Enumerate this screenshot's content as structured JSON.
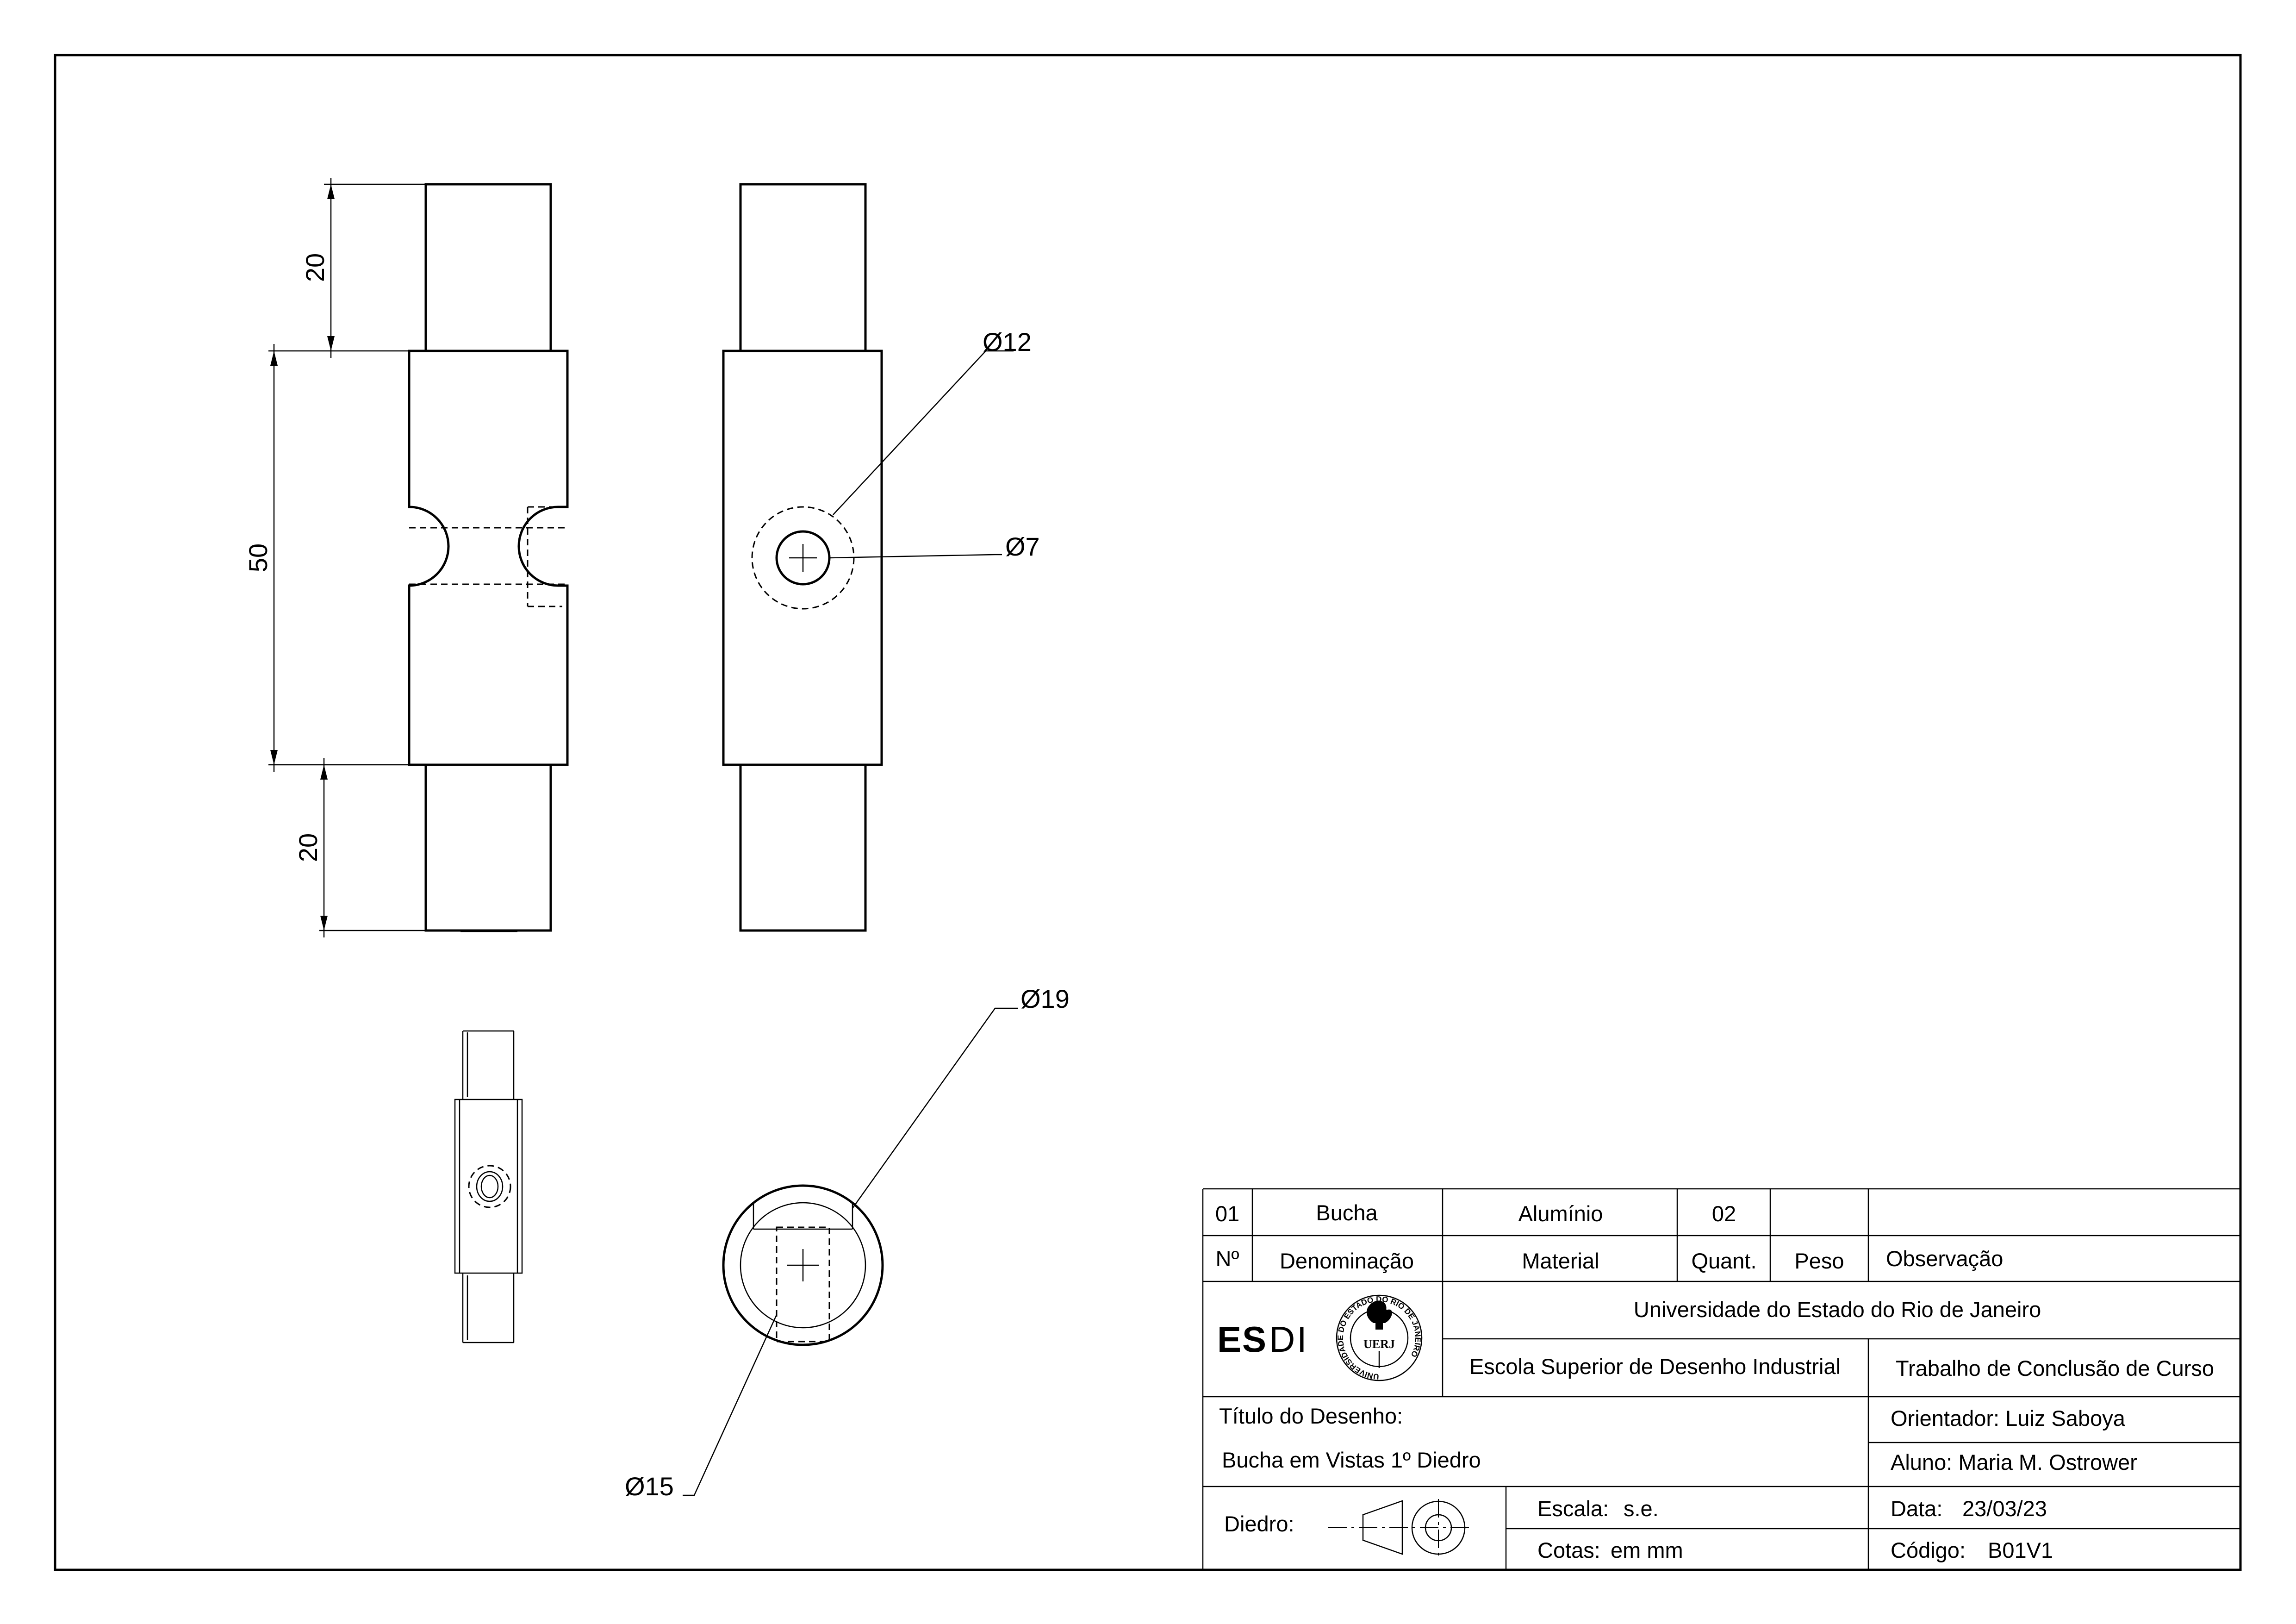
{
  "dimensions": {
    "upper_shaft_length": "20",
    "body_length": "50",
    "lower_shaft_length": "20",
    "diameter_12": "Ø12",
    "diameter_7": "Ø7",
    "diameter_19": "Ø19",
    "diameter_15": "Ø15"
  },
  "parts_list": {
    "row": {
      "number": "01",
      "name": "Bucha",
      "material": "Alumínio",
      "quantity": "02",
      "weight": "",
      "note": ""
    },
    "headers": {
      "number": "Nº",
      "name": "Denominação",
      "material": "Material",
      "quantity": "Quant.",
      "weight": "Peso",
      "note": "Observação"
    }
  },
  "logos": {
    "esdi": {
      "letters": [
        "E",
        "S",
        "D",
        "I"
      ],
      "highlight_letter": "S"
    },
    "uerj": {
      "ring_text": "UNIVERSIDADE DO ESTADO DO RIO DE JANEIRO",
      "center_text": "UERJ"
    }
  },
  "institution": {
    "university": "Universidade do Estado do Rio de Janeiro",
    "school": "Escola Superior de Desenho Industrial",
    "course": "Trabalho de Conclusão de Curso"
  },
  "drawing": {
    "title_label": "Título do Desenho:",
    "title": "Bucha em Vistas 1º Diedro",
    "advisor": "Orientador: Luiz Saboya",
    "student": "Aluno: Maria M. Ostrower",
    "dihedral_label": "Diedro:",
    "scale_label": "Escala:",
    "scale_value": "s.e.",
    "units_label": "Cotas:",
    "units_value": "em mm",
    "date_label": "Data:",
    "date_value": "23/03/23",
    "code_label": "Código:",
    "code_value": "B01V1"
  }
}
